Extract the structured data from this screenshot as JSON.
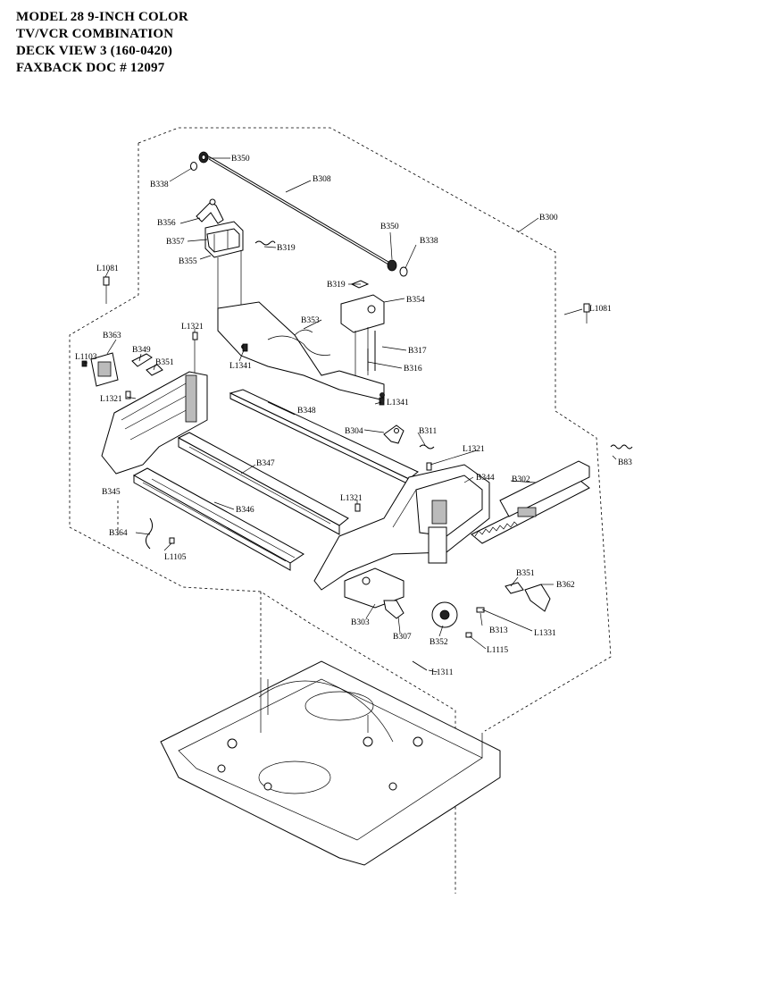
{
  "header": {
    "line1": "MODEL 28 9-INCH COLOR",
    "line2": "TV/VCR COMBINATION",
    "line3": "DECK VIEW 3  (160-0420)",
    "line4": "FAXBACK DOC # 12097"
  },
  "labels": {
    "B350_top": "B350",
    "B338_top": "B338",
    "B308": "B308",
    "B356": "B356",
    "B357": "B357",
    "B319_left": "B319",
    "B355": "B355",
    "B300": "B300",
    "B350_right": "B350",
    "B338_right": "B338",
    "L1081_left": "L1081",
    "L1081_right": "L1081",
    "B319_right": "B319",
    "B354": "B354",
    "L1321_top": "L1321",
    "B353": "B353",
    "B363": "B363",
    "B349": "B349",
    "L1103": "L1103",
    "B351_left": "B351",
    "B317": "B317",
    "L1341_left": "L1341",
    "B316": "B316",
    "L1321_left": "L1321",
    "L1341_right": "L1341",
    "B348": "B348",
    "B304": "B304",
    "B311": "B311",
    "L1321_mid": "L1321",
    "B83": "B83",
    "B347": "B347",
    "B344": "B344",
    "B302": "B302",
    "B345": "B345",
    "L1321_low": "L1321",
    "B346": "B346",
    "B364": "B364",
    "L1105": "L1105",
    "B351_right": "B351",
    "B362": "B362",
    "B303": "B303",
    "B313": "B313",
    "L1331": "L1331",
    "B307": "B307",
    "B352": "B352",
    "L1115": "L1115",
    "L1311": "L1311"
  }
}
